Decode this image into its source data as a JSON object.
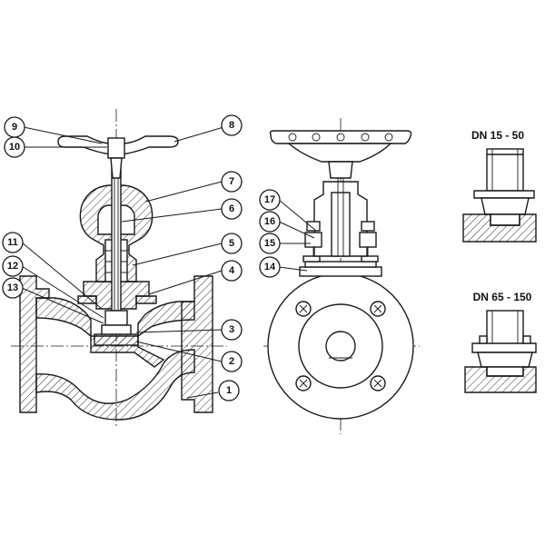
{
  "labels": {
    "dn_small": "DN 15 - 50",
    "dn_large": "DN 65 - 150"
  },
  "balloons": [
    {
      "id": "1",
      "text": "1"
    },
    {
      "id": "2",
      "text": "2"
    },
    {
      "id": "3",
      "text": "3"
    },
    {
      "id": "4",
      "text": "4"
    },
    {
      "id": "5",
      "text": "5"
    },
    {
      "id": "6",
      "text": "6"
    },
    {
      "id": "7",
      "text": "7"
    },
    {
      "id": "8",
      "text": "8"
    },
    {
      "id": "9",
      "text": "9"
    },
    {
      "id": "10",
      "text": "10"
    },
    {
      "id": "11",
      "text": "11"
    },
    {
      "id": "12",
      "text": "12"
    },
    {
      "id": "13",
      "text": "13"
    },
    {
      "id": "14",
      "text": "14"
    },
    {
      "id": "15",
      "text": "15"
    },
    {
      "id": "16",
      "text": "16"
    },
    {
      "id": "17",
      "text": "17"
    }
  ]
}
